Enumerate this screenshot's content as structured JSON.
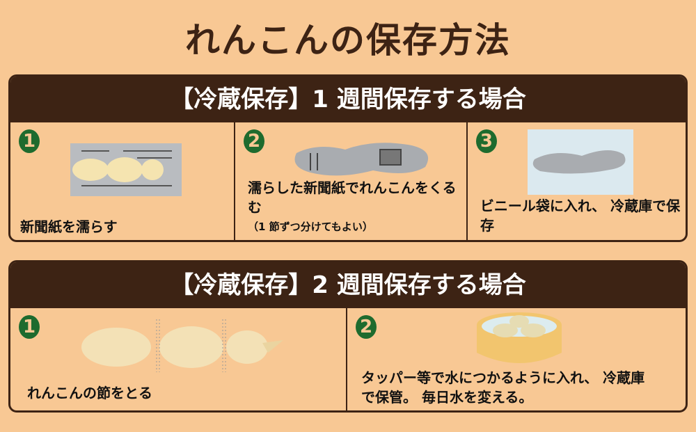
{
  "title": "れんこんの保存方法",
  "sections": [
    {
      "header": "【冷蔵保存】1 週間保存する場合",
      "steps": [
        {
          "num": "1",
          "text": "新聞紙を濡らす"
        },
        {
          "num": "2",
          "text": "濡らした新聞紙でれんこんをくるむ",
          "note": "（1 節ずつ分けてもよい）"
        },
        {
          "num": "3",
          "text": "ビニール袋に入れ、 冷蔵庫で保存"
        }
      ]
    },
    {
      "header": "【冷蔵保存】2 週間保存する場合",
      "steps": [
        {
          "num": "1",
          "text": "れんこんの節をとる"
        },
        {
          "num": "2",
          "text": "タッパー等で水につかるように入れ、 冷蔵庫で保管。 毎日水を変える。"
        }
      ]
    }
  ]
}
